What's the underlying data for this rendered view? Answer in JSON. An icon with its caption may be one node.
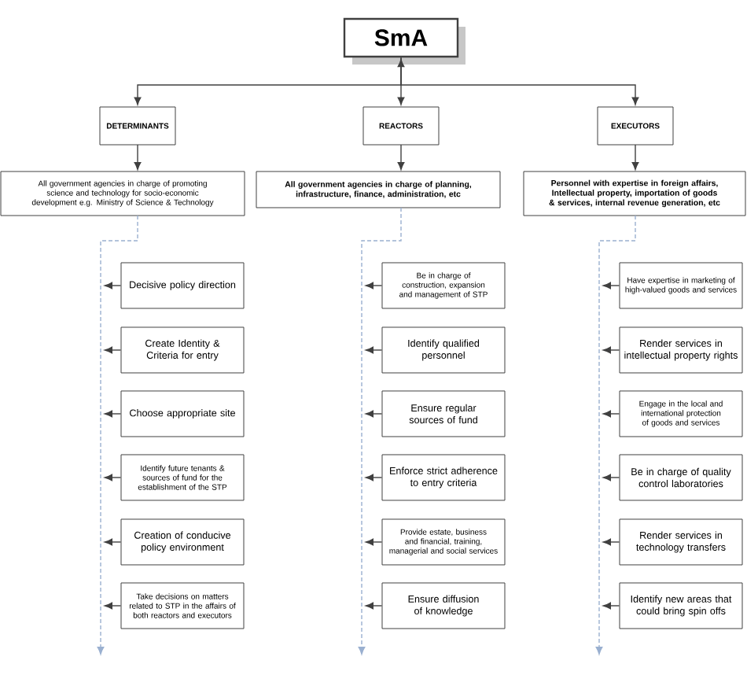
{
  "diagram": {
    "nodes": [
      {
        "text": [
          "SmA"
        ]
      },
      {
        "text": [
          "DETERMINANTS"
        ]
      },
      {
        "text": [
          "REACTORS"
        ]
      },
      {
        "text": [
          "EXECUTORS"
        ]
      },
      {
        "text": [
          "All government agencies in charge of  promoting science and technology for socio-economic development e.g.  Ministry of Science & Technology"
        ]
      },
      {
        "text": [
          "All government agencies in charge of planning, infrastructure, finance, administration, etc"
        ]
      },
      {
        "text": [
          "Personnel with expertise in foreign affairs, Intellectual property, importation of goods & services, internal revenue generation, etc"
        ]
      },
      {
        "text": [
          "Decisive policy direction"
        ]
      },
      {
        "text": [
          "Create Identity & Criteria for entry"
        ]
      },
      {
        "text": [
          "Choose appropriate site"
        ]
      },
      {
        "text": [
          "Identify future tenants & sources of fund for the establishment of the STP"
        ]
      },
      {
        "text": [
          "Creation of conducive policy environment"
        ]
      },
      {
        "text": [
          "Take decisions on matters related to STP in the affairs of both reactors and executors"
        ]
      },
      {
        "text": [
          "Be in charge of construction, expansion and management of STP"
        ]
      },
      {
        "text": [
          "Identify qualified personnel"
        ]
      },
      {
        "text": [
          "Ensure regular sources of fund"
        ]
      },
      {
        "text": [
          "Enforce strict adherence to entry criteria"
        ]
      },
      {
        "text": [
          "Provide estate, business and financial, training, managerial and social services"
        ]
      },
      {
        "text": [
          "Ensure diffusion of knowledge"
        ]
      },
      {
        "text": [
          "Have expertise in marketing of  high-valued goods and services"
        ]
      },
      {
        "text": [
          "Render services in intellectual property rights"
        ]
      },
      {
        "text": [
          "Engage in the local and international protection of goods and services"
        ]
      },
      {
        "text": [
          "Be in charge of quality control laboratories"
        ]
      },
      {
        "text": [
          "Render services in technology transfers"
        ]
      },
      {
        "text": [
          "Identify new areas that could bring spin offs"
        ]
      }
    ],
    "edges": [
      {
        "from": 0,
        "to": 1,
        "arrow": "to"
      },
      {
        "from": 0,
        "to": 2,
        "arrow": "both"
      },
      {
        "from": 0,
        "to": 3,
        "arrow": "to"
      },
      {
        "from": 1,
        "to": 4,
        "arrow": "to"
      },
      {
        "from": 2,
        "to": 5,
        "arrow": "to"
      },
      {
        "from": 3,
        "to": 6,
        "arrow": "to"
      },
      {
        "from": 4,
        "to": null,
        "arrow": "to",
        "style": "dashed",
        "color": "#9ab0d0"
      },
      {
        "from": 5,
        "to": null,
        "arrow": "to",
        "style": "dashed",
        "color": "#9ab0d0"
      },
      {
        "from": 6,
        "to": null,
        "arrow": "to",
        "style": "dashed",
        "color": "#9ab0d0"
      },
      {
        "from": 7,
        "to": null,
        "arrow": "to"
      },
      {
        "from": 8,
        "to": null,
        "arrow": "to"
      },
      {
        "from": 9,
        "to": null,
        "arrow": "to"
      },
      {
        "from": 10,
        "to": null,
        "arrow": "to"
      },
      {
        "from": 11,
        "to": null,
        "arrow": "to"
      },
      {
        "from": 12,
        "to": null,
        "arrow": "to"
      },
      {
        "from": 13,
        "to": null,
        "arrow": "to"
      },
      {
        "from": 14,
        "to": null,
        "arrow": "to"
      },
      {
        "from": 15,
        "to": null,
        "arrow": "to"
      },
      {
        "from": 16,
        "to": null,
        "arrow": "to"
      },
      {
        "from": 17,
        "to": null,
        "arrow": "to"
      },
      {
        "from": 18,
        "to": null,
        "arrow": "to"
      },
      {
        "from": 19,
        "to": null,
        "arrow": "to"
      },
      {
        "from": 20,
        "to": null,
        "arrow": "to"
      },
      {
        "from": 21,
        "to": null,
        "arrow": "to"
      },
      {
        "from": 22,
        "to": null,
        "arrow": "to"
      },
      {
        "from": 23,
        "to": null,
        "arrow": "to"
      },
      {
        "from": 24,
        "to": null,
        "arrow": "to"
      }
    ]
  }
}
